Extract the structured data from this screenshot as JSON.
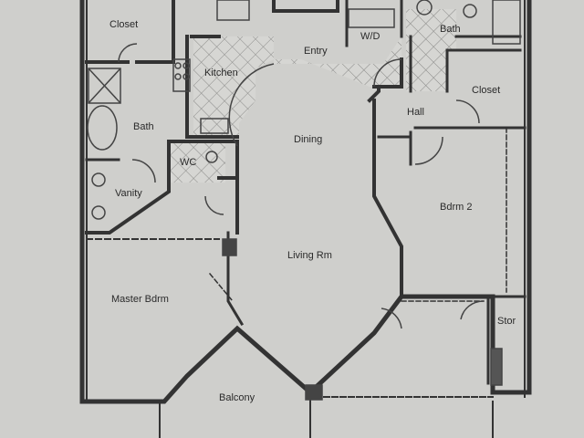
{
  "floor_plan": {
    "rooms": {
      "closet_left": "Closet",
      "kitchen": "Kitchen",
      "entry": "Entry",
      "wd": "W/D",
      "bath_top": "Bath",
      "closet_right": "Closet",
      "hall": "Hall",
      "bath_left": "Bath",
      "dining": "Dining",
      "wc": "WC",
      "vanity": "Vanity",
      "bdrm2": "Bdrm 2",
      "living": "Living Rm",
      "master": "Master Bdrm",
      "stor": "Stor",
      "balcony": "Balcony"
    },
    "colors": {
      "paper": "#cfcfcc",
      "wall": "#3a3a3a",
      "tile": "#8a8a88"
    }
  }
}
